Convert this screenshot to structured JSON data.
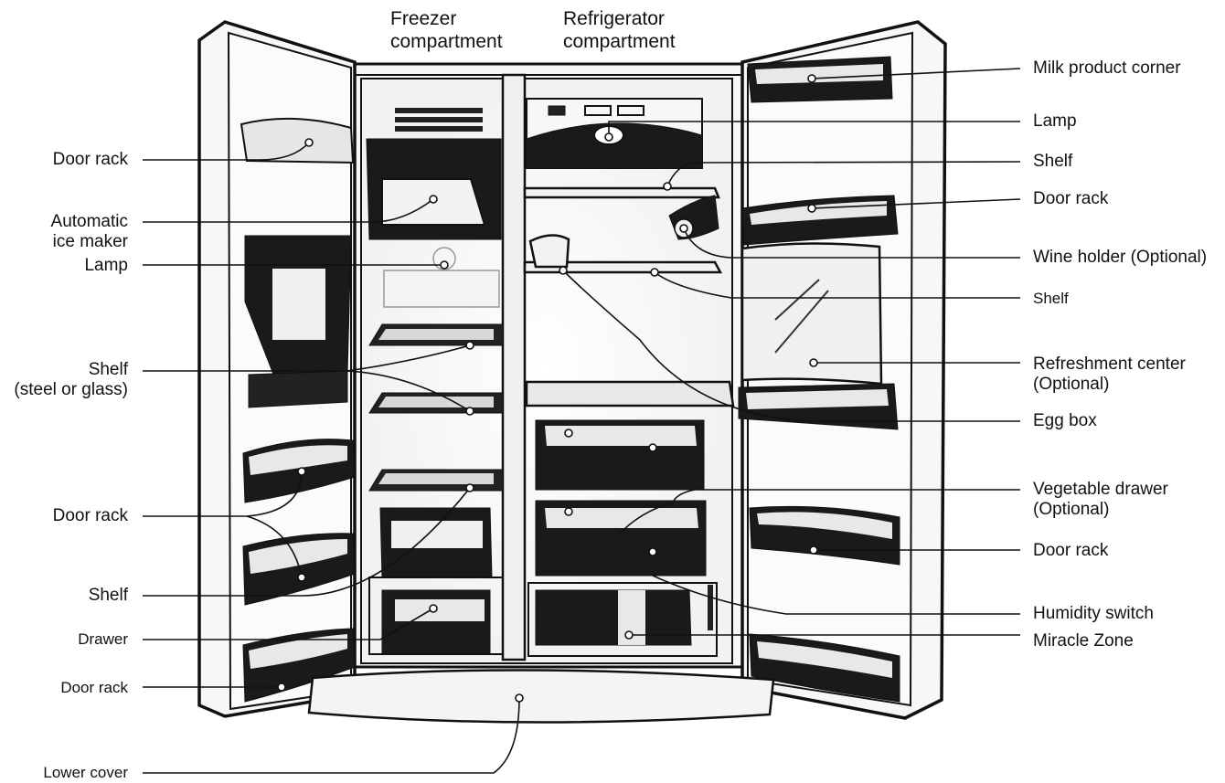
{
  "headers": {
    "freezer": "Freezer\ncompartment",
    "refrigerator": "Refrigerator\ncompartment"
  },
  "left_labels": {
    "door_rack_1": "Door rack",
    "automatic_ice_maker": "Automatic\nice maker",
    "lamp": "Lamp",
    "shelf_steel_glass": "Shelf\n(steel or glass)",
    "door_rack_2": "Door rack",
    "shelf": "Shelf",
    "drawer": "Drawer",
    "door_rack_3": "Door rack",
    "lower_cover": "Lower cover"
  },
  "right_labels": {
    "milk_product_corner": "Milk product corner",
    "lamp": "Lamp",
    "shelf_1": "Shelf",
    "door_rack_1": "Door rack",
    "wine_holder": "Wine holder (Optional)",
    "shelf_2": "Shelf",
    "refreshment_center": "Refreshment center\n(Optional)",
    "egg_box": "Egg box",
    "vegetable_drawer": "Vegetable drawer\n(Optional)",
    "door_rack_2": "Door rack",
    "humidity_switch": "Humidity switch",
    "miracle_zone": "Miracle Zone"
  },
  "colors": {
    "outline": "#111111",
    "dark_fill": "#1a1a1a",
    "mid_fill": "#555555",
    "light_fill": "#e6e6e6",
    "background": "#ffffff"
  }
}
